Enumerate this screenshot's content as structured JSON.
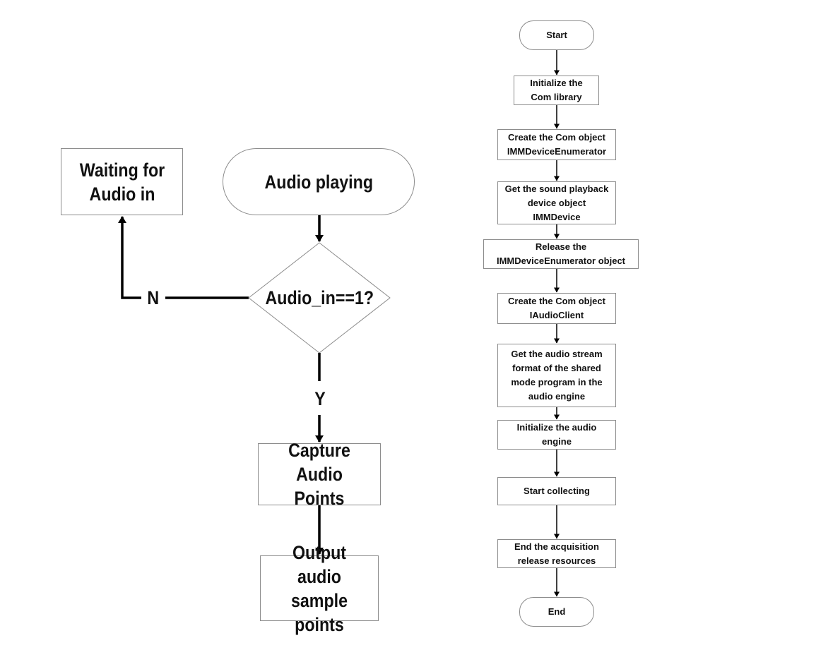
{
  "left_flow": {
    "waiting": "Waiting for\nAudio in",
    "playing": "Audio playing",
    "decision": "Audio_in==1?",
    "no_label": "N",
    "yes_label": "Y",
    "capture": "Capture Audio\nPoints",
    "output": "Output audio\nsample points"
  },
  "right_flow": {
    "start": "Start",
    "step1": "Initialize the\nCom library",
    "step2": "Create the Com object\nIMMDeviceEnumerator",
    "step3": "Get the sound playback\ndevice object\nIMMDevice",
    "step4": "Release the\nIMMDeviceEnumerator object",
    "step5": "Create the Com object\nIAudioClient",
    "step6": "Get the audio stream\nformat of the shared\nmode program in the\naudio engine",
    "step7": "Initialize the audio\nengine",
    "step8": "Start collecting",
    "step9": "End the acquisition\nrelease resources",
    "end": "End"
  }
}
